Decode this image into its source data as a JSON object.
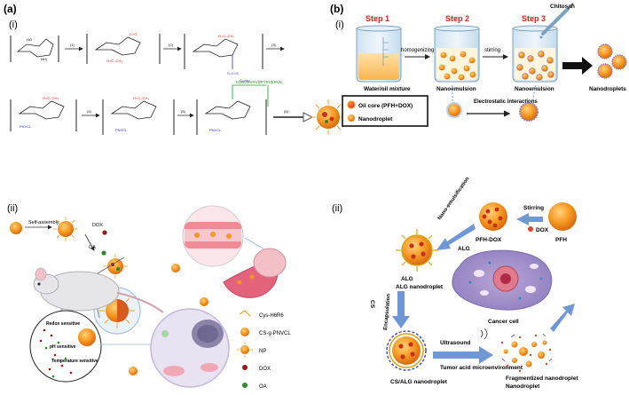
{
  "panel_a": {
    "label": "(a)",
    "sub_i": "(i)",
    "sub_ii": "(ii)",
    "steps": [
      "(1)",
      "(2)",
      "(3)",
      "(4)",
      "(5)",
      "(6)"
    ],
    "peptide": "KVRVRVRVDPTRVERVK",
    "pnvcl": "PNVCL",
    "alkyl": "C12H25",
    "self_assembly": "Self-assembly",
    "dox": "DOX",
    "oa": "OA",
    "redox": "Redox sensitive",
    "ph": "pH sensitive",
    "temp": "Temperature sensitive",
    "legend": [
      "Cys-H6R6",
      "CS-g-PNVCL",
      "NP",
      "DOX",
      "OA"
    ]
  },
  "panel_b": {
    "label": "(b)",
    "sub_i": "(i)",
    "sub_ii": "(ii)",
    "step1": "Step 1",
    "step2": "Step 2",
    "step3": "Step 3",
    "chitosan": "Chitosan",
    "homogenizing": "homogenizing",
    "stirring": "stirring",
    "water_oil": "Water/oil mixture",
    "nanoemulsion": "Nanoemulsion",
    "nanodroplets": "Nanodroplets",
    "oil_core": "Oil core (PFH+DOX)",
    "nanodroplet": "Nanodroplet",
    "electrostatic": "Electrostatic interactions",
    "stirring2": "Stirring",
    "dox": "DOX",
    "pfh": "PFH",
    "pfh_dox": "PFH-DOX",
    "nano_emulsification": "Nano-emulsification",
    "alg": "ALG",
    "alg_nanodroplet": "ALG nanodroplet",
    "cs": "CS",
    "encapsulation": "Encapsulation",
    "cancer_cell": "Cancer cell",
    "ultrasound": "Ultrasound",
    "tumor_env": "Tumor acid microenvironment",
    "cs_alg": "CS/ALG nanodroplet",
    "fragmentized": "Fragmentized nanodroplet"
  },
  "colors": {
    "orange": "#f28c1c",
    "core_red": "#e0482a",
    "blue_arrow": "#6f97d6",
    "pink": "#f3b9c4",
    "purple": "#b9a6d6"
  }
}
